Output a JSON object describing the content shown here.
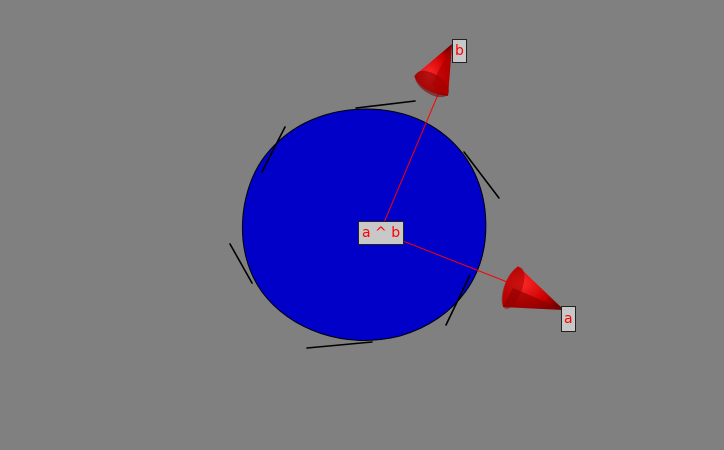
{
  "colors": {
    "background": "#808080",
    "bivector_fill": "#0000c8",
    "vector_color": "#ff0000",
    "label_text": "#ff0000",
    "label_background": "#c8c8c8",
    "tick_color": "#000000"
  },
  "labels": {
    "vector_a": "a",
    "vector_b": "b",
    "wedge": "a ^ b"
  }
}
